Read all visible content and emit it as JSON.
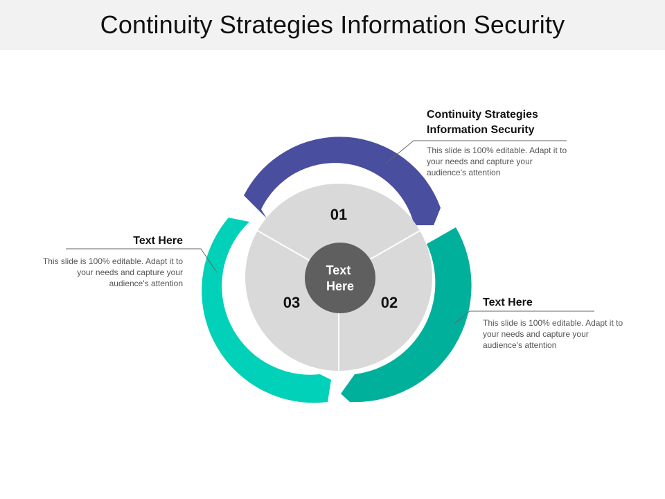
{
  "title": "Continuity Strategies Information Security",
  "center_label": "Text\nHere",
  "segments": [
    {
      "number": "01"
    },
    {
      "number": "02"
    },
    {
      "number": "03"
    }
  ],
  "callouts": [
    {
      "title": "Continuity Strategies\nInformation Security",
      "desc": "This slide is 100% editable. Adapt it to your needs and capture your audience's attention"
    },
    {
      "title": "Text Here",
      "desc": "This slide is 100% editable. Adapt it to your needs and capture your audience's attention"
    },
    {
      "title": "Text Here",
      "desc": "This slide is 100% editable. Adapt it to your needs and capture your audience's attention"
    }
  ],
  "colors": {
    "arc_01": "#4a4e9e",
    "arc_02": "#00b09b",
    "arc_03": "#00d1b8",
    "inner_disc": "#d9d9d9",
    "center_disc": "#5f5f5f"
  }
}
